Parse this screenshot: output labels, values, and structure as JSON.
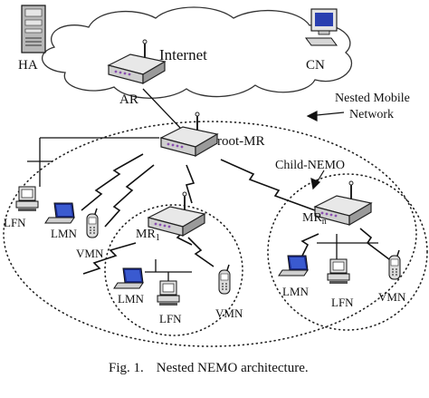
{
  "labels": {
    "ha": "HA",
    "cn": "CN",
    "internet": "Internet",
    "ar": "AR",
    "nested_mobile_network_line1": "Nested Mobile",
    "nested_mobile_network_line2": "Network",
    "root_mr": "root-MR",
    "child_nemo": "Child-NEMO",
    "lfn_root": "LFN",
    "lmn_root": "LMN",
    "vmn_root": "VMN",
    "mr1": "MR",
    "mr1_sub": "1",
    "lmn_mr1": "LMN",
    "lfn_mr1": "LFN",
    "vmn_mr1": "VMN",
    "mrn": "MR",
    "mrn_sub": "n",
    "lmn_mrn": "LMN",
    "lfn_mrn": "LFN",
    "vmn_mrn": "VMN"
  },
  "caption": {
    "fig": "Fig. 1.",
    "text": "Nested NEMO architecture."
  }
}
